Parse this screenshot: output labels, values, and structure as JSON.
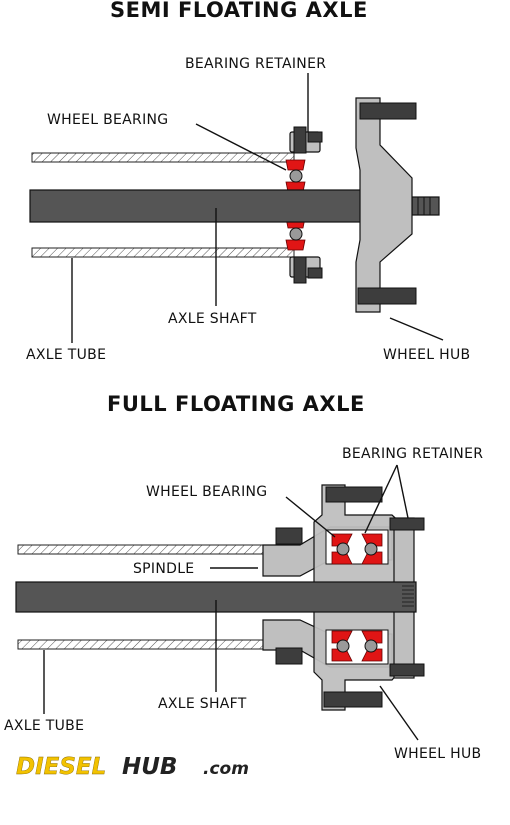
{
  "semi": {
    "title": "SEMI FLOATING AXLE",
    "labels": {
      "bearing_retainer": "BEARING RETAINER",
      "wheel_bearing": "WHEEL BEARING",
      "axle_shaft": "AXLE SHAFT",
      "axle_tube": "AXLE TUBE",
      "wheel_hub": "WHEEL HUB"
    }
  },
  "full": {
    "title": "FULL FLOATING AXLE",
    "labels": {
      "bearing_retainer": "BEARING RETAINER",
      "wheel_bearing": "WHEEL BEARING",
      "spindle": "SPINDLE",
      "axle_shaft": "AXLE SHAFT",
      "axle_tube": "AXLE TUBE",
      "wheel_hub": "WHEEL HUB"
    }
  },
  "brand": {
    "part1": "DIESEL",
    "part2": "HUB",
    "part3": ".com",
    "colors": {
      "diesel": "#f2c200",
      "hub": "#222222"
    }
  },
  "colors": {
    "bearing_red": "#e01515",
    "shaft_gray": "#555555",
    "part_gray": "#bfbfbf"
  }
}
